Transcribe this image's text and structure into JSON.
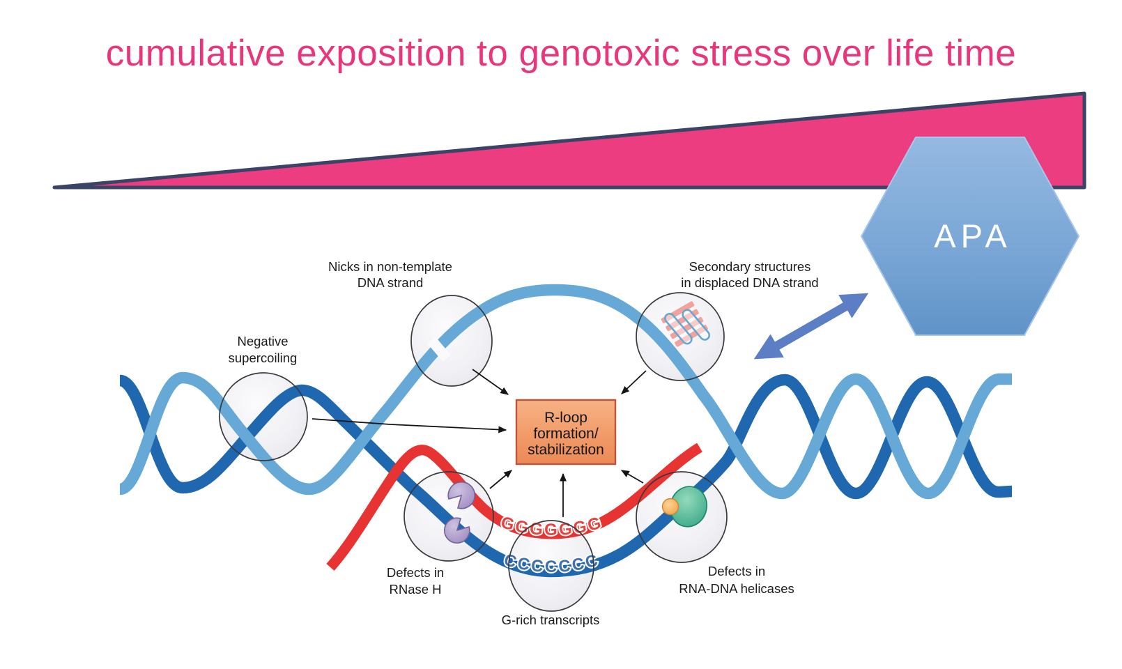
{
  "slide": {
    "title": "cumulative exposition to genotoxic stress over life time",
    "hexagon_label": "APA"
  },
  "figure": {
    "labels": {
      "nicks": [
        "Nicks in non-template",
        "DNA strand"
      ],
      "secondary": [
        "Secondary structures",
        "in displaced DNA strand"
      ],
      "supercoiling": [
        "Negative",
        "supercoiling"
      ],
      "rnase": [
        "Defects in",
        "RNase H"
      ],
      "grich": "G-rich transcripts",
      "helicases": [
        "Defects in",
        "RNA-DNA helicases"
      ]
    },
    "center_box": [
      "R-loop",
      "formation/",
      "stabilization"
    ],
    "sequences": {
      "g_row": "GGGGGGG",
      "c_row": "CCCCCCC"
    }
  },
  "colors": {
    "title_pink": "#E9357B",
    "wedge_fill": "#EC3D80",
    "wedge_border": "#3A4467",
    "hexagon_top": "#92B7E0",
    "hexagon_bottom": "#6497CB",
    "double_arrow_blue": "#5B7EC5",
    "dna_dark_blue": "#1F67AE",
    "dna_light_blue": "#66A9D6",
    "rna_red": "#E73331",
    "box_fill": "#F09B66",
    "box_border": "#C05339",
    "g_letters": "#E8413C",
    "c_letters": "#3E6FAE"
  }
}
